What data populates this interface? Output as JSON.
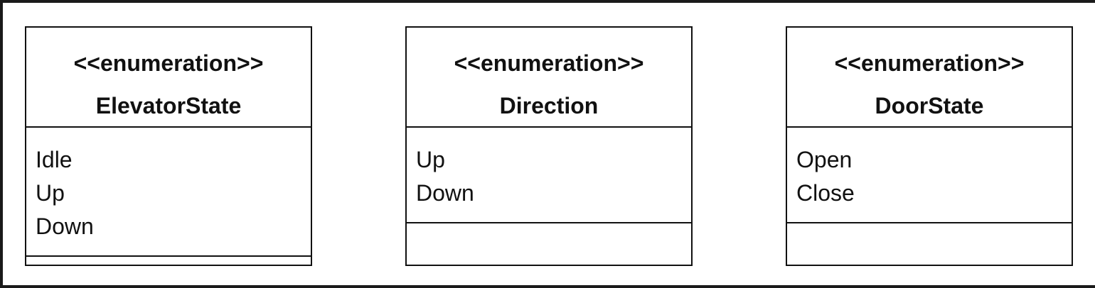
{
  "classes": [
    {
      "stereotype": "<<enumeration>>",
      "name": "ElevatorState",
      "literals": [
        "Idle",
        "Up",
        "Down"
      ]
    },
    {
      "stereotype": "<<enumeration>>",
      "name": "Direction",
      "literals": [
        "Up",
        "Down"
      ]
    },
    {
      "stereotype": "<<enumeration>>",
      "name": "DoorState",
      "literals": [
        "Open",
        "Close"
      ]
    }
  ]
}
